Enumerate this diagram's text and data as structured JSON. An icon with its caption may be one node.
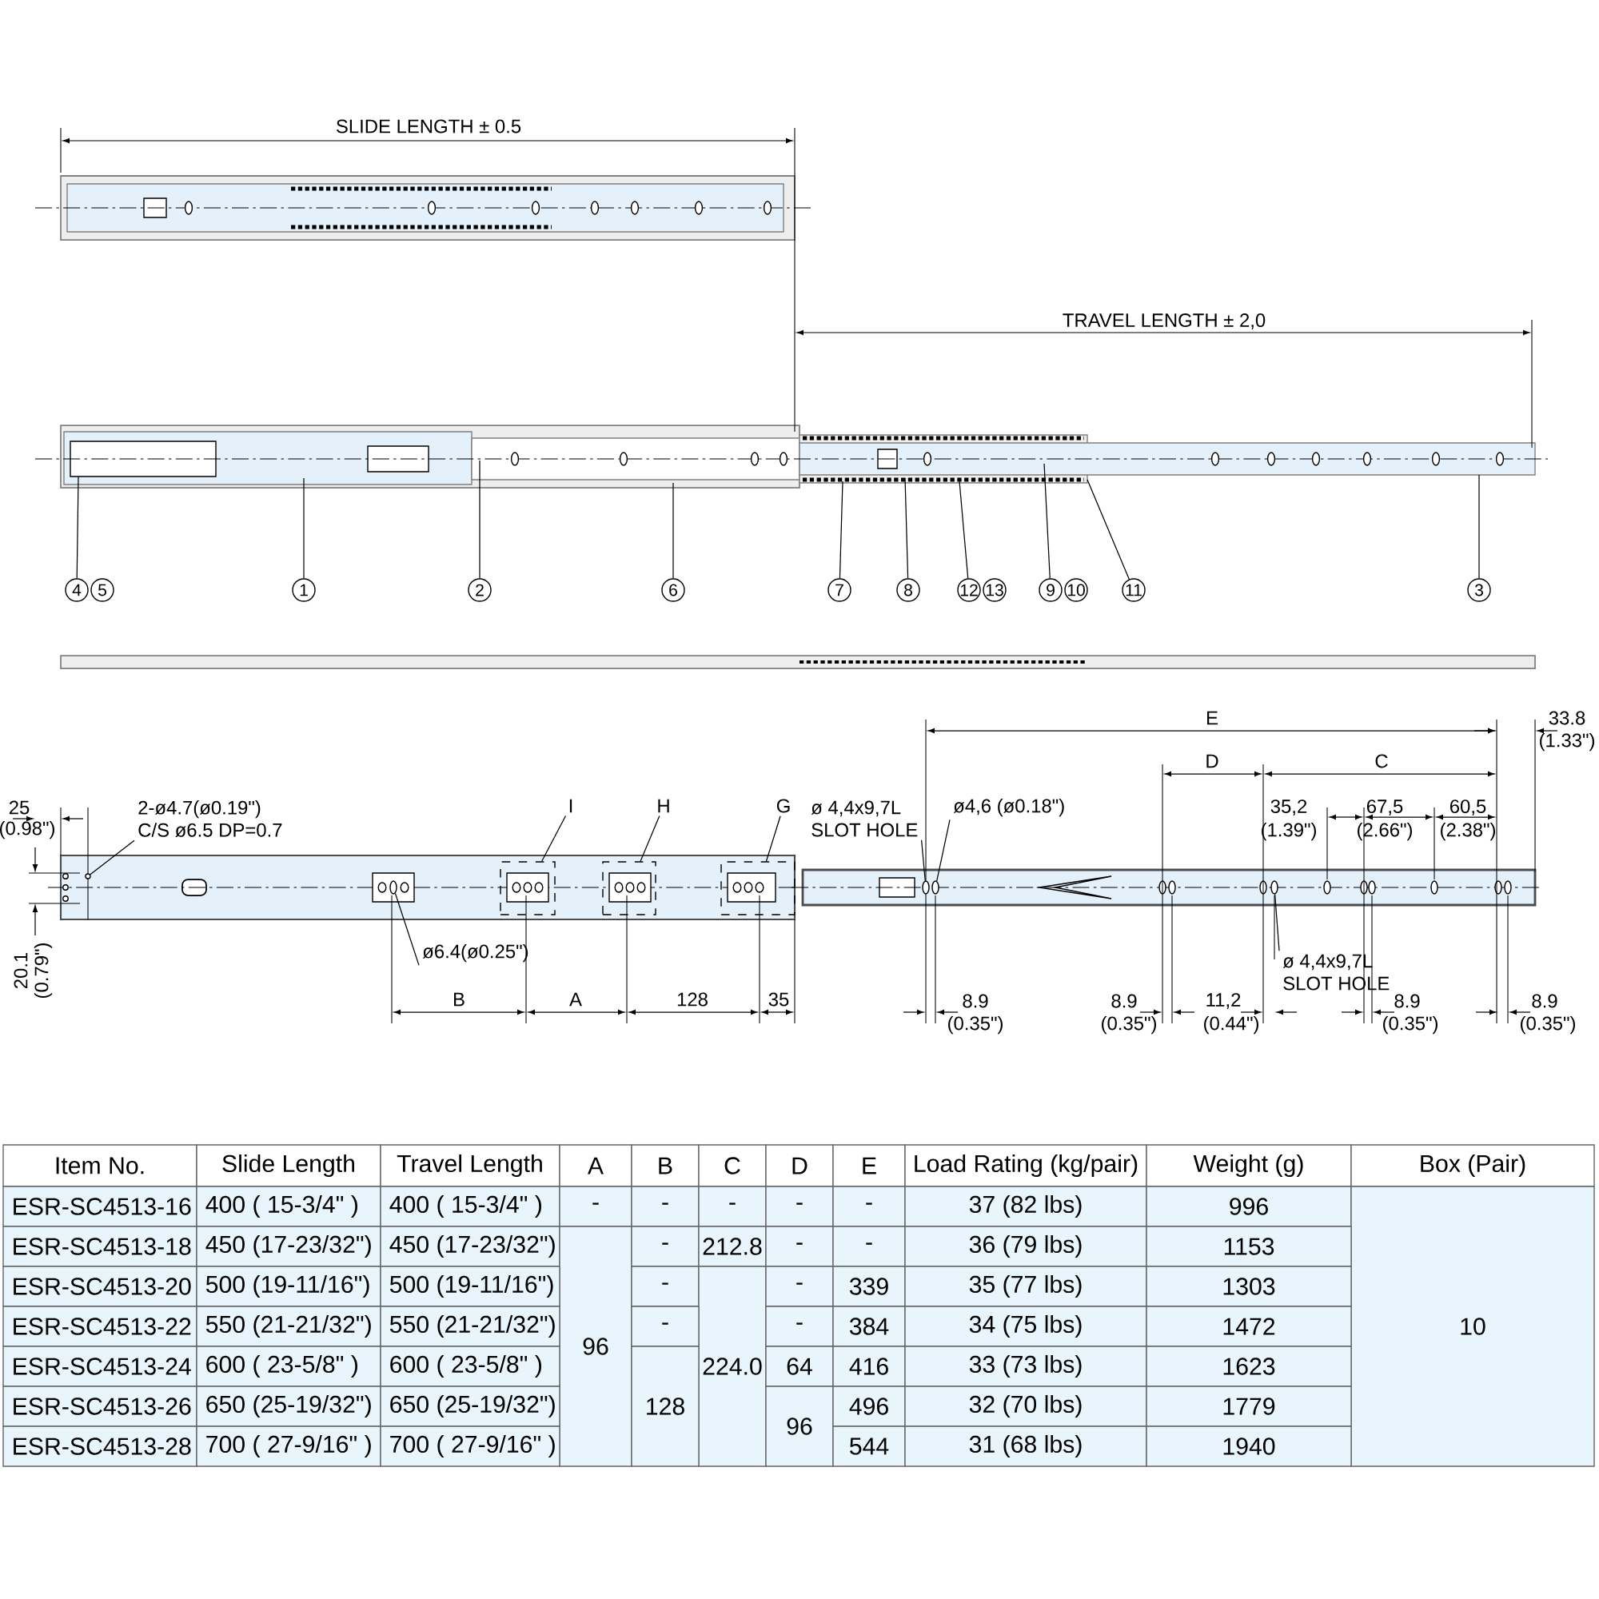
{
  "diagram": {
    "nodes": [
      {
        "text": [
          "4"
        ]
      },
      {
        "text": [
          "5"
        ]
      },
      {
        "text": [
          "1"
        ]
      },
      {
        "text": [
          "2"
        ]
      },
      {
        "text": [
          "6"
        ]
      },
      {
        "text": [
          "7"
        ]
      },
      {
        "text": [
          "8"
        ]
      },
      {
        "text": [
          "12"
        ]
      },
      {
        "text": [
          "13"
        ]
      },
      {
        "text": [
          "9"
        ]
      },
      {
        "text": [
          "10"
        ]
      },
      {
        "text": [
          "11"
        ]
      },
      {
        "text": [
          "3"
        ]
      },
      {
        "text": [
          "I"
        ]
      },
      {
        "text": [
          "H"
        ]
      },
      {
        "text": [
          "G"
        ]
      },
      {
        "text": [
          "2-ø4.7(ø0.19\")",
          "C/S  ø6.5 DP=0.7"
        ]
      },
      {
        "text": [
          "ø6.4(ø0.25\")"
        ]
      },
      {
        "text": [
          "ø 4,4x9,7L",
          "SLOT HOLE"
        ]
      },
      {
        "text": [
          "ø4,6 (ø0.18\")"
        ]
      },
      {
        "text": [
          "ø 4,4x9,7L",
          "SLOT HOLE"
        ]
      },
      {
        "text": [],
        "shape": "circle"
      },
      {
        "text": [],
        "shape": "circle"
      },
      {
        "text": [],
        "shape": "circle"
      },
      {
        "text": [],
        "shape": "circle"
      },
      {
        "text": [],
        "shape": "box"
      },
      {
        "text": [],
        "shape": "box"
      },
      {
        "text": [],
        "shape": "box"
      },
      {
        "text": [],
        "shape": "circle"
      }
    ],
    "edges": [
      {
        "from": 0,
        "to": null,
        "arrow": "none"
      },
      {
        "from": 2,
        "to": null,
        "arrow": "none"
      },
      {
        "from": 3,
        "to": null,
        "arrow": "none"
      },
      {
        "from": 4,
        "to": null,
        "arrow": "none"
      },
      {
        "from": 5,
        "to": null,
        "arrow": "none"
      },
      {
        "from": 6,
        "to": null,
        "arrow": "none"
      },
      {
        "from": 7,
        "to": null,
        "arrow": "none"
      },
      {
        "from": 9,
        "to": null,
        "arrow": "none"
      },
      {
        "from": 11,
        "to": null,
        "arrow": "none"
      },
      {
        "from": 12,
        "to": null,
        "arrow": "none"
      },
      {
        "from": 13,
        "to": 25,
        "arrow": "none"
      },
      {
        "from": 14,
        "to": 26,
        "arrow": "none"
      },
      {
        "from": 15,
        "to": 27,
        "arrow": "none"
      },
      {
        "from": 16,
        "to": 28,
        "arrow": "none"
      },
      {
        "from": 17,
        "to": 21,
        "arrow": "none"
      },
      {
        "from": 18,
        "to": 22,
        "arrow": "none"
      },
      {
        "from": 19,
        "to": 23,
        "arrow": "none"
      },
      {
        "from": 20,
        "to": 24,
        "arrow": "none"
      }
    ],
    "labels": [
      "SLIDE LENGTH ± 0.5",
      "TRAVEL LENGTH ± 2,0",
      "E",
      "33.8",
      "(1.33\")",
      "D",
      "C",
      "25",
      "(0.98\")",
      "35,2",
      "(1.39\")",
      "67,5",
      "(2.66\")",
      "60,5",
      "(2.38\")",
      "20.1",
      "(0.79\")",
      "B",
      "A",
      "128",
      "35",
      "8.9",
      "(0.35\")",
      "8.9",
      "(0.35\")",
      "11,2",
      "(0.44\")",
      "8.9",
      "(0.35\")",
      "8.9",
      "(0.35\")",
      "Item No.",
      "Slide Length",
      "Travel Length",
      "A",
      "B",
      "C",
      "D",
      "E",
      "Load Rating (kg/pair)",
      "Weight (g)",
      "Box (Pair)",
      "ESR-SC4513-16",
      "400 ( 15-3/4\" )",
      "400 ( 15-3/4\" )",
      "-",
      "-",
      "-",
      "-",
      "-",
      "37 (82 lbs)",
      "996",
      "10",
      "ESR-SC4513-18",
      "450 (17-23/32\")",
      "450 (17-23/32\")",
      "96",
      "-",
      "212.8",
      "-",
      "-",
      "36 (79 lbs)",
      "1153",
      "ESR-SC4513-20",
      "500 (19-11/16\")",
      "500 (19-11/16\")",
      "-",
      "224.0",
      "-",
      "339",
      "35 (77 lbs)",
      "1303",
      "ESR-SC4513-22",
      "550 (21-21/32\")",
      "550 (21-21/32\")",
      "-",
      "-",
      "384",
      "34 (75 lbs)",
      "1472",
      "ESR-SC4513-24",
      "600 ( 23-5/8\" )",
      "600 ( 23-5/8\" )",
      "128",
      "64",
      "416",
      "33 (73 lbs)",
      "1623",
      "ESR-SC4513-26",
      "650 (25-19/32\")",
      "650 (25-19/32\")",
      "96",
      "496",
      "32 (70 lbs)",
      "1779",
      "ESR-SC4513-28",
      "700 ( 27-9/16\" )",
      "700 ( 27-9/16\" )",
      "544",
      "31 (68 lbs)",
      "1940"
    ]
  }
}
